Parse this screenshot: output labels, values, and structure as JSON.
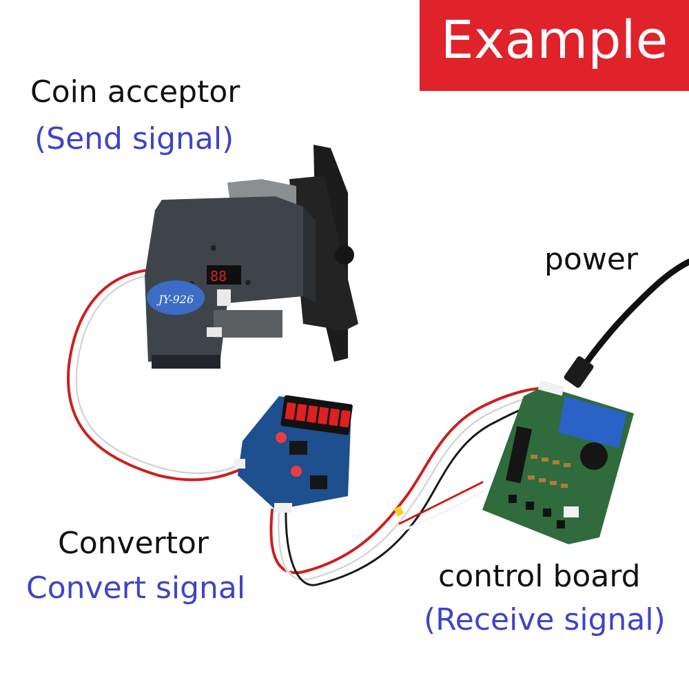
{
  "badge": {
    "label": "Example",
    "color": "#e0222a"
  },
  "coin_acceptor": {
    "title": "Coin acceptor",
    "role": "(Send signal)",
    "model": "JY-926",
    "display": "88"
  },
  "convertor": {
    "title": "Convertor",
    "role": "Convert signal"
  },
  "power": {
    "title": "power"
  },
  "control_board": {
    "title": "control board",
    "role": "(Receive signal)"
  },
  "colors": {
    "label_text": "#111111",
    "role_text": "#3f43c8",
    "device_body": "#3e444a",
    "pcb_blue": "#1e4f8e",
    "pcb_green": "#2f6b3c",
    "relay_blue": "#2a62c7"
  }
}
